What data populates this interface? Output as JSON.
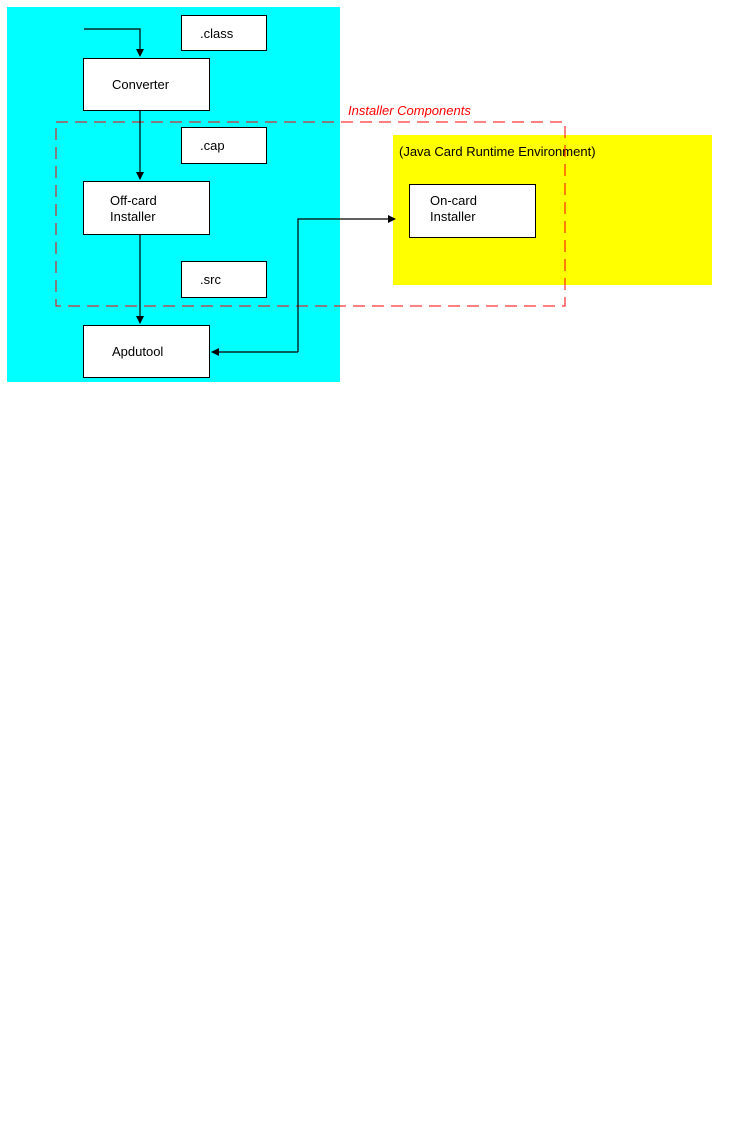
{
  "diagram": {
    "nodes": {
      "class_file": ".class",
      "converter": "Converter",
      "cap_file": ".cap",
      "offcard_installer": "Off-card\nInstaller",
      "src_file": ".src",
      "apdutool": "Apdutool",
      "oncard_installer": "On-card\nInstaller"
    },
    "group_label": "Installer Components",
    "jcre_label": "(Java Card Runtime Environment)",
    "colors": {
      "off_card_area": "#00ffff",
      "jcre_area": "#ffff00",
      "group_border": "#ff0000",
      "group_label": "#ff0000"
    }
  }
}
